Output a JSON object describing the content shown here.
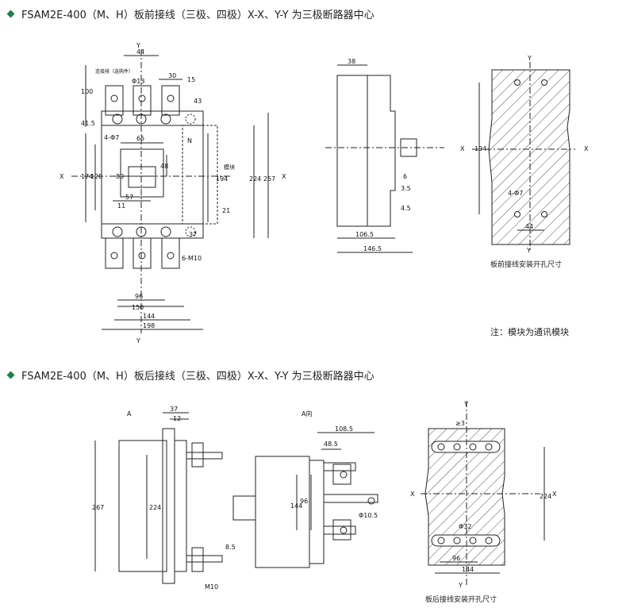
{
  "header1": "FSAM2E-400（M、H）板前接线（三极、四极）X-X、Y-Y 为三极断路器中心",
  "header2": "FSAM2E-400（M、H）板后接线（三极、四极）X-X、Y-Y 为三极断路器中心",
  "caption_front": "板前接线安装开孔尺寸",
  "caption_rear": "板后接线安装开孔尺寸",
  "note": "注：模块为通讯模块",
  "labels": {
    "X": "X",
    "Y": "Y",
    "N": "N",
    "A": "A",
    "A_dir": "A向",
    "module": "模块",
    "terminal": "连接排（选购件）",
    "d13": "Φ13",
    "h4_7": "4-Φ7",
    "h6_m10": "6-M10",
    "m10": "M10",
    "d10_5": "Φ10.5",
    "d32": "Φ32",
    "ge3": "≥3",
    "h4_7b": "4-Φ7"
  },
  "dims": {
    "d44": "44",
    "d30": "30",
    "d15": "15",
    "d43": "43",
    "d100": "100",
    "d41_5": "41.5",
    "d65": "65",
    "d174": "174",
    "d128": "128",
    "d89": "89",
    "d48": "48",
    "d194": "194",
    "d224": "224",
    "d257": "257",
    "d11": "11",
    "d57": "57",
    "d21": "21",
    "d37": "37",
    "d96": "96",
    "d150": "150",
    "d144": "144",
    "d198": "198",
    "d38": "38",
    "d6": "6",
    "d3_5": "3.5",
    "d4_5": "4.5",
    "d106_5": "106.5",
    "d146_5": "146.5",
    "d194b": "194",
    "d44b": "44",
    "d37b": "37",
    "d12": "12",
    "d267": "267",
    "d224b": "224",
    "d8_5": "8.5",
    "d108_5": "108.5",
    "d48_5": "48.5",
    "d96b": "96",
    "d144b": "144",
    "d224c": "224",
    "d96c": "96",
    "d144c": "144"
  }
}
